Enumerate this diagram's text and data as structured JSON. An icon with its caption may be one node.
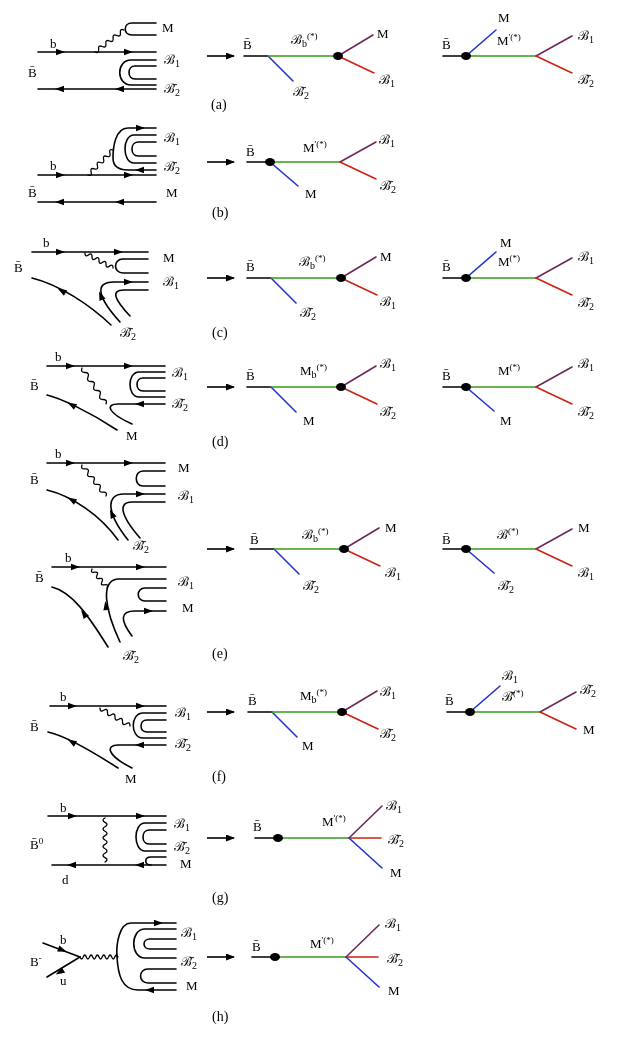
{
  "diagram": {
    "labels": [
      "M",
      "b",
      "ℬ$_{1}$",
      "B̄",
      "ℬ̄$_{2}$",
      "B̄",
      "ℬ$_{b}$$^{(*)}$",
      "M",
      "ℬ$_{1}$",
      "ℬ̄$_{2}$",
      "M",
      "B̄",
      "M$^{'(*)}$",
      "ℬ$_{1}$",
      "ℬ̄$_{2}$",
      "(a)",
      "ℬ$_{1}$",
      "b",
      "ℬ̄$_{2}$",
      "B̄",
      "M",
      "B̄",
      "M$^{'(*)}$",
      "ℬ$_{1}$",
      "M",
      "ℬ̄$_{2}$",
      "(b)",
      "b",
      "M",
      "B̄",
      "ℬ$_{1}$",
      "ℬ̄$_{2}$",
      "B̄",
      "ℬ$_{b}$$^{(*)}$",
      "M",
      "ℬ$_{1}$",
      "ℬ̄$_{2}$",
      "M",
      "B̄",
      "M$^{(*)}$",
      "ℬ$_{1}$",
      "ℬ̄$_{2}$",
      "(c)",
      "b",
      "ℬ$_{1}$",
      "B̄",
      "ℬ̄$_{2}$",
      "M",
      "B̄",
      "M$_{b}$$^{(*)}$",
      "ℬ$_{1}$",
      "ℬ̄$_{2}$",
      "M",
      "B̄",
      "M$^{(*)}$",
      "ℬ$_{1}$",
      "ℬ̄$_{2}$",
      "M",
      "(d)",
      "b",
      "M",
      "B̄",
      "ℬ$_{1}$",
      "ℬ̄$_{2}$",
      "B̄",
      "ℬ$_{b}$$^{(*)}$",
      "M",
      "ℬ$_{1}$",
      "ℬ̄$_{2}$",
      "B̄",
      "ℬ$^{(*)}$",
      "M",
      "ℬ$_{1}$",
      "ℬ̄$_{2}$",
      "b",
      "B̄",
      "ℬ$_{1}$",
      "M",
      "ℬ̄$_{2}$",
      "(e)",
      "b",
      "ℬ$_{1}$",
      "B̄",
      "ℬ̄$_{2}$",
      "M",
      "B̄",
      "M$_{b}$$^{(*)}$",
      "ℬ$_{1}$",
      "ℬ̄$_{2}$",
      "M",
      "ℬ$_{1}$",
      "B̄",
      "ℬ̄$^{(*)}$",
      "ℬ̄$_{2}$",
      "M",
      "(f)",
      "b",
      "ℬ$_{1}$",
      "B̄$^{0}$",
      "ℬ̄$_{2}$",
      "M",
      "d",
      "B̄",
      "M$^{'(*)}$",
      "ℬ$_{1}$",
      "ℬ̄$_{2}$",
      "M",
      "(g)",
      "b",
      "ℬ$_{1}$",
      "B$^{-}$",
      "ℬ̄$_{2}$",
      "u",
      "M",
      "B̄",
      "M$^{'(*)}$",
      "ℬ$_{1}$",
      "ℬ̄$_{2}$",
      "M",
      "(h)"
    ]
  }
}
